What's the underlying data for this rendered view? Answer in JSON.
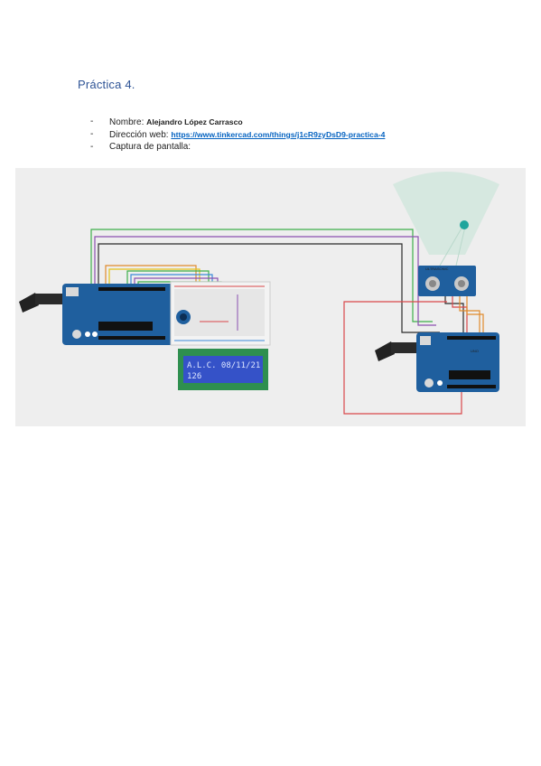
{
  "title": "Práctica 4.",
  "bullet_char": "-",
  "items": [
    {
      "label": "Nombre: ",
      "value": "Alejandro López Carrasco"
    },
    {
      "label": "Dirección web: ",
      "link": "https://www.tinkercad.com/things/j1cR9zyDsD9-practica-4"
    },
    {
      "label": "Captura de pantalla:"
    }
  ],
  "screenshot": {
    "lcd_line1": "A.L.C. 08/11/21",
    "lcd_line2": "126",
    "sensor_label": "ULTRASONIC",
    "board_label": "UNO",
    "colors": {
      "background": "#eeeeee",
      "board": "#1f5f9e",
      "lcd_screen": "#3552c8",
      "lcd_board": "#2e8f4f",
      "sensor_range": "#cfe6dc",
      "target": "#1fa59c",
      "wire_red": "#d9474a",
      "wire_black": "#2a2a2a",
      "wire_green": "#3daf4a",
      "wire_purple": "#8a50b0",
      "wire_orange": "#e08a2c",
      "wire_yellow": "#e4c21a",
      "wire_blue": "#3b8ad9"
    }
  }
}
